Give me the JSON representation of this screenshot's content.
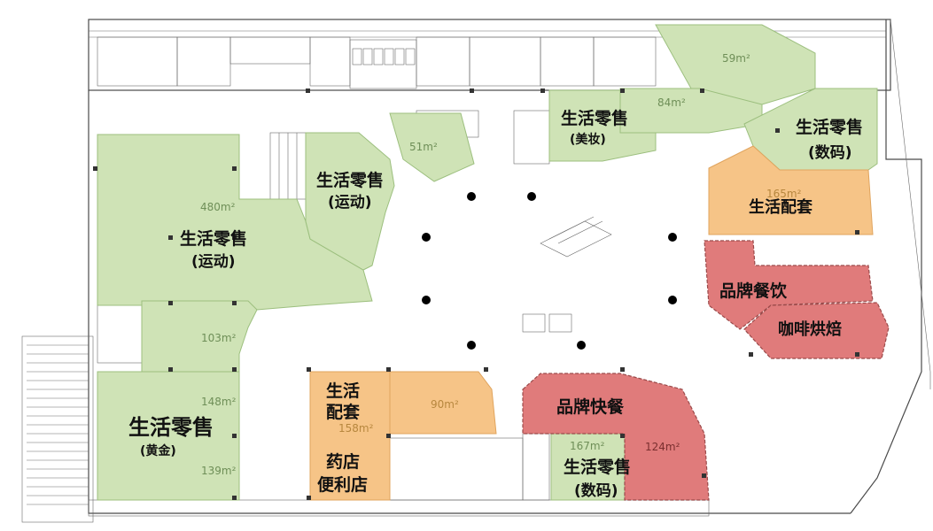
{
  "zones": [
    {
      "id": "top-right-59",
      "category": "",
      "area": "59m²"
    },
    {
      "id": "top-right-84",
      "category": "",
      "area": "84m²"
    },
    {
      "id": "beauty",
      "category": "生活零售",
      "sub": "(美妆)",
      "area": ""
    },
    {
      "id": "digital-top",
      "category": "生活零售",
      "sub": "(数码)",
      "area": ""
    },
    {
      "id": "small-51",
      "category": "",
      "area": "51m²"
    },
    {
      "id": "sports-small",
      "category": "生活零售",
      "sub": "(运动)",
      "area": ""
    },
    {
      "id": "sports-big",
      "category": "生活零售",
      "sub": "(运动)",
      "area": "480m²"
    },
    {
      "id": "area-103",
      "category": "",
      "area": "103m²"
    },
    {
      "id": "gold",
      "category": "生活零售",
      "sub": "(黄金)",
      "area": "148m²",
      "area2": "139m²"
    },
    {
      "id": "support-top",
      "category": "生活配套",
      "area": "165m²"
    },
    {
      "id": "brand-dining",
      "category": "品牌餐饮",
      "area": ""
    },
    {
      "id": "coffee",
      "category": "咖啡烘焙",
      "area": ""
    },
    {
      "id": "support-bottom",
      "category": "生活",
      "category2": "配套",
      "area": "158m²",
      "sub1": "药店",
      "sub2": "便利店"
    },
    {
      "id": "area-90",
      "category": "",
      "area": "90m²"
    },
    {
      "id": "fast-food",
      "category": "品牌快餐",
      "area": "124m²"
    },
    {
      "id": "digital-bottom",
      "category": "生活零售",
      "sub": "(数码)",
      "area": "167m²"
    }
  ],
  "colors": {
    "retail": "#cfe3b6",
    "support": "#f6c487",
    "dining": "#e07b7b"
  }
}
